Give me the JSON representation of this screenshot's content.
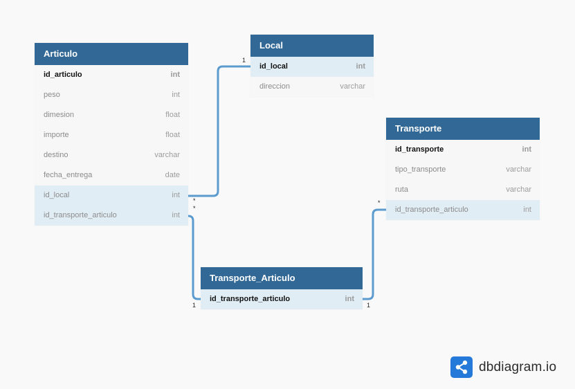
{
  "tables": {
    "articulo": {
      "name": "Articulo",
      "fields": [
        {
          "name": "id_articulo",
          "type": "int",
          "pk": true
        },
        {
          "name": "peso",
          "type": "int"
        },
        {
          "name": "dimesion",
          "type": "float"
        },
        {
          "name": "importe",
          "type": "float"
        },
        {
          "name": "destino",
          "type": "varchar"
        },
        {
          "name": "fecha_entrega",
          "type": "date"
        },
        {
          "name": "id_local",
          "type": "int",
          "ref": true
        },
        {
          "name": "id_transporte_articulo",
          "type": "int",
          "ref": true
        }
      ]
    },
    "local": {
      "name": "Local",
      "fields": [
        {
          "name": "id_local",
          "type": "int",
          "pk": true,
          "ref": true
        },
        {
          "name": "direccion",
          "type": "varchar"
        }
      ]
    },
    "transporte": {
      "name": "Transporte",
      "fields": [
        {
          "name": "id_transporte",
          "type": "int",
          "pk": true
        },
        {
          "name": "tipo_transporte",
          "type": "varchar"
        },
        {
          "name": "ruta",
          "type": "varchar"
        },
        {
          "name": "id_transporte_articulo",
          "type": "int",
          "ref": true
        }
      ]
    },
    "transporte_articulo": {
      "name": "Transporte_Articulo",
      "fields": [
        {
          "name": "id_transporte_articulo",
          "type": "int",
          "pk": true,
          "ref": true
        }
      ]
    }
  },
  "relationships": [
    {
      "from": "articulo.id_local",
      "to": "local.id_local",
      "from_card": "*",
      "to_card": "1"
    },
    {
      "from": "articulo.id_transporte_articulo",
      "to": "transporte_articulo.id_transporte_articulo",
      "from_card": "*",
      "to_card": "1"
    },
    {
      "from": "transporte.id_transporte_articulo",
      "to": "transporte_articulo.id_transporte_articulo",
      "from_card": "*",
      "to_card": "1"
    }
  ],
  "colors": {
    "header": "#316896",
    "ref_row": "#e1edf5",
    "link": "#5b9bd0",
    "logo": "#2479d9"
  },
  "brand": {
    "name": "dbdiagram.io",
    "icon": "share-nodes-icon"
  }
}
